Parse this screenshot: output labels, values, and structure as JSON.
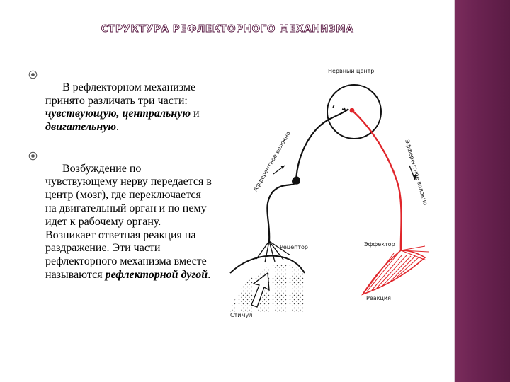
{
  "slide": {
    "title": "СТРУКТУРА РЕФЛЕКТОРНОГО МЕХАНИЗМА",
    "bullets": [
      {
        "parts": [
          {
            "text": "В рефлекторном механизме принято различать три части: ",
            "em": false
          },
          {
            "text": "чувствующую, центральную",
            "em": true
          },
          {
            "text": " и ",
            "em": false
          },
          {
            "text": "двигательную",
            "em": true
          },
          {
            "text": ".",
            "em": false
          }
        ]
      },
      {
        "parts": [
          {
            "text": "Возбуждение по чувствующему нерву передается в центр (мозг), где переключается на двигательный орган и по нему идет к рабочему органу. Возникает ответная реакция на раздражение. Эти части рефлекторного механизма вместе называются ",
            "em": false
          },
          {
            "text": "рефлекторной дугой",
            "em": true
          },
          {
            "text": ".",
            "em": false
          }
        ]
      }
    ]
  },
  "diagram": {
    "labels": {
      "center": "Нервный центр",
      "afferent": "Афферентное волокно",
      "efferent": "Эфферентное волокно",
      "receptor": "Рецептор",
      "effector": "Эффектор",
      "stimulus": "Стимул",
      "reaction": "Реакция"
    },
    "colors": {
      "afferent": "#111111",
      "efferent": "#e0262b",
      "accent": "#7a2c5c"
    }
  }
}
